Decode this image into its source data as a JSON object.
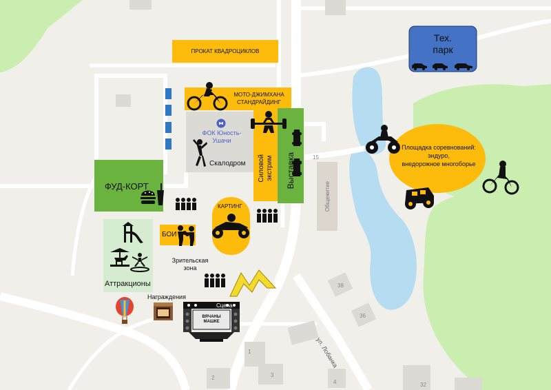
{
  "labels": {
    "quad_rental": "ПРОКАТ КВАДРОЦИКЛОВ",
    "tech_park_line1": "Тех.",
    "tech_park_line2": "парк",
    "moto_gymkhana_line1": "МОТО-ДЖИМХАНА",
    "moto_gymkhana_line2": "СТАНДРАЙДИНГ",
    "fok_line1": "ФОК Юность-",
    "fok_line2": "Ушачи",
    "climbing": "Скалодром",
    "power_extreme_line1": "Силовой",
    "power_extreme_line2": "экстрим",
    "exhibition": "Выставка",
    "dormitory": "Общежитие",
    "food_court": "ФУД-КОРТ",
    "karting": "КАРТИНГ",
    "fights": "БОИ",
    "spectator_line1": "Зрительская",
    "spectator_line2": "зона",
    "attractions": "Аттракционы",
    "awards": "Награждения",
    "stage": "Сцена",
    "stage_screen": "ВЯЧАНЫ МАШКЕ",
    "competition_line1": "Площадка соревнований:",
    "competition_line2": "эндуро,",
    "competition_line3": "внедорожное многоборье",
    "street": "ул. Лобанка",
    "house_15": "15",
    "house_38": "38",
    "house_36": "36",
    "house_1": "1",
    "house_2": "2",
    "house_3": "3",
    "house_4": "4",
    "house_32": "32"
  },
  "colors": {
    "orange": "#fdbb0b",
    "green": "#6ab33f",
    "blue": "#4472c4",
    "light_green": "#d6ecd0",
    "water": "#b6dcf2",
    "park": "#c9eeb0",
    "road": "#ffffff",
    "ground": "#f1efe9",
    "building": "#dcdad4",
    "dorm": "#dcd6cf",
    "fok_blue": "#4b61c8"
  },
  "icons": {
    "motocross": "motocross-rider-icon",
    "weightlifter": "weightlifter-icon",
    "cars": "parked-cars-icon",
    "quad": "quad-bike-icon",
    "jeep": "offroad-jeep-icon",
    "enduro": "enduro-rider-icon",
    "kart": "go-kart-icon",
    "fighters": "boxers-icon",
    "crowd": "spectator-crowd-icon",
    "burger": "burger-drink-icon",
    "playground": "slide-playground-icon",
    "carousel": "carousel-horse-icon",
    "trampoline": "trampoline-icon",
    "balloon": "hot-air-balloon-icon",
    "podium": "awards-fireplace-icon",
    "stage": "concert-stage-icon",
    "tent": "tent-icon",
    "climber": "climber-icon",
    "fok_marker": "location-marker-icon"
  }
}
